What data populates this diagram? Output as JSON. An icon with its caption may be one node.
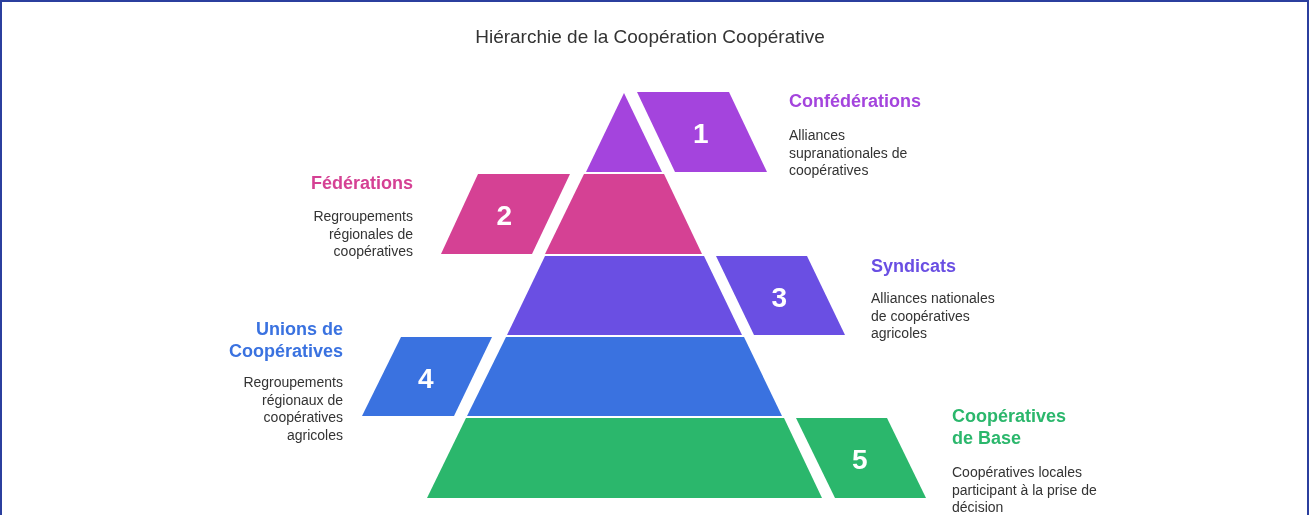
{
  "diagram": {
    "title": "Hiérarchie de la Coopération Coopérative",
    "nodes": [
      {
        "text": [],
        "shape": "triangle"
      },
      {
        "text": [
          "1"
        ],
        "beside": [
          "Confédérations",
          "Alliances supranationales de coopératives"
        ]
      },
      {
        "text": [],
        "shape": "trapezoid"
      },
      {
        "text": [
          "2"
        ],
        "beside": [
          "Fédérations",
          "Regroupements régionales de coopératives"
        ]
      },
      {
        "text": [],
        "shape": "trapezoid"
      },
      {
        "text": [
          "3"
        ],
        "beside": [
          "Syndicats",
          "Alliances nationales de coopératives agricoles"
        ]
      },
      {
        "text": [],
        "shape": "trapezoid"
      },
      {
        "text": [
          "4"
        ],
        "beside": [
          "Unions de Coopératives",
          "Regroupements régionaux de coopératives agricoles"
        ]
      },
      {
        "text": [],
        "shape": "trapezoid"
      },
      {
        "text": [
          "5"
        ],
        "beside": [
          "Coopératives de Base",
          "Coopératives locales participant à la prise de décision"
        ]
      }
    ]
  }
}
